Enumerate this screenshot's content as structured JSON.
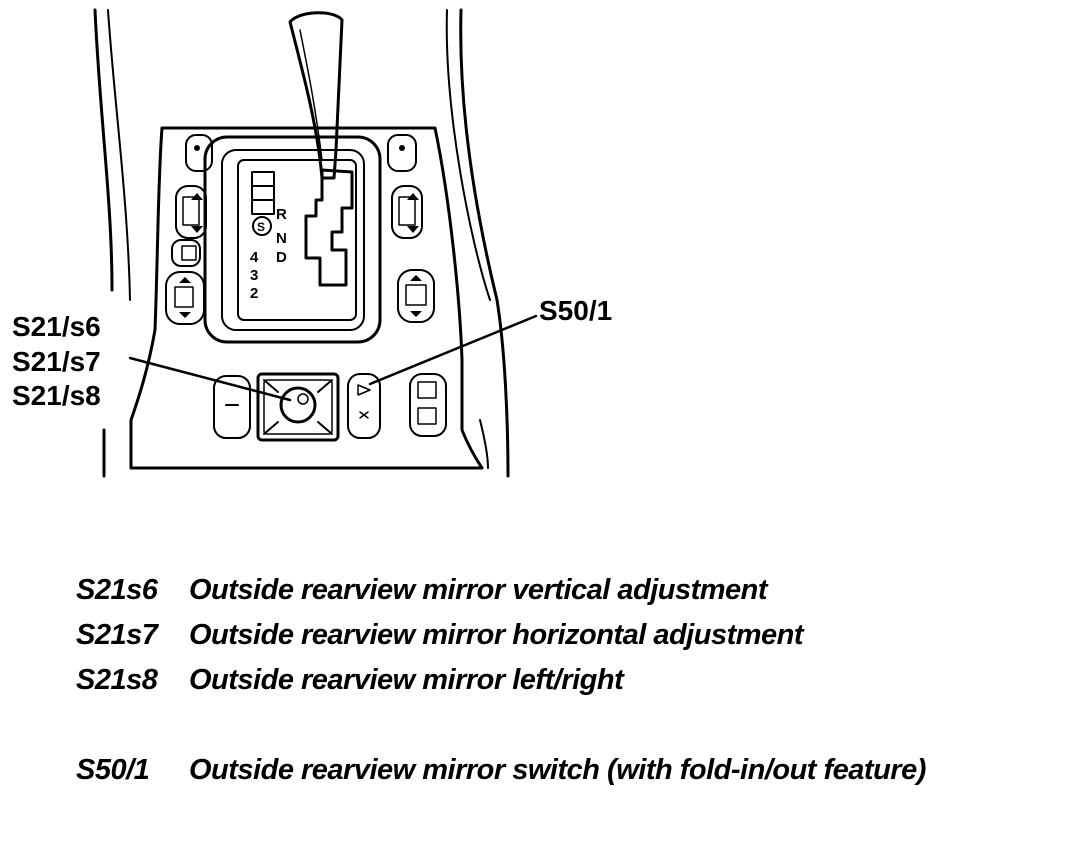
{
  "diagram": {
    "callouts": {
      "mirror_adjust": [
        "S21/s6",
        "S21/s7",
        "S21/s8"
      ],
      "fold_switch": "S50/1"
    },
    "gear_positions": [
      "R",
      "N",
      "D",
      "4",
      "3",
      "2"
    ],
    "gear_mode_badge": "S"
  },
  "legend": [
    {
      "code": "S21s6",
      "description": "Outside rearview mirror vertical adjustment"
    },
    {
      "code": "S21s7",
      "description": "Outside rearview mirror horizontal adjustment"
    },
    {
      "code": "S21s8",
      "description": "Outside rearview mirror left/right"
    },
    {
      "code": "S50/1",
      "description": "Outside rearview mirror switch (with fold-in/out feature)"
    }
  ]
}
